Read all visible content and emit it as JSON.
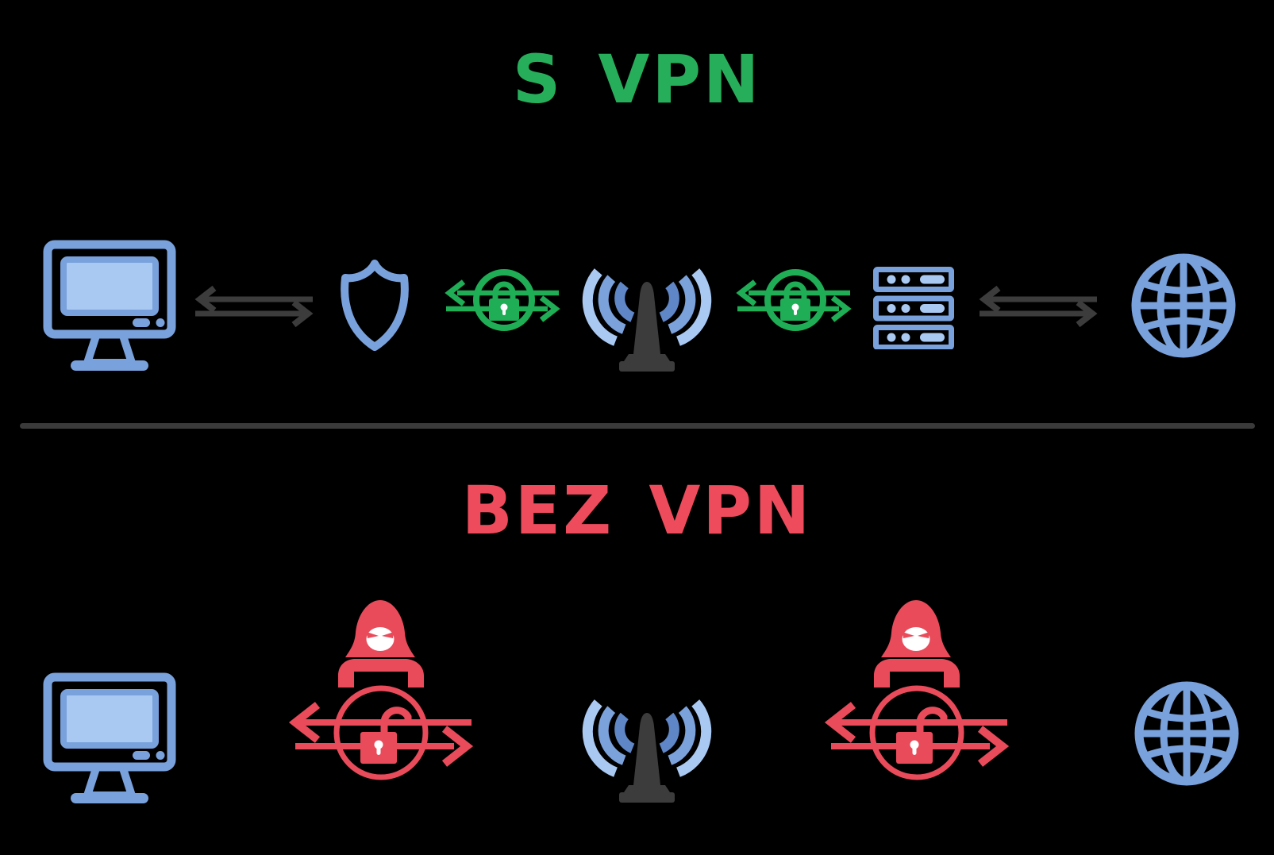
{
  "page": {
    "background": "#000000",
    "kind": "vpn-comparison-diagram"
  },
  "sections": [
    {
      "id": "with-vpn",
      "title": "S VPN",
      "title_color": "#27AE5B"
    },
    {
      "id": "without-vpn",
      "title": "BEZ VPN",
      "title_color": "#EE4B5C"
    }
  ],
  "colors": {
    "background": "#000000",
    "blue": "#79A1DC",
    "blue_light": "#A9C9F2",
    "green": "#1FAD55",
    "red": "#E94B5B",
    "dark": "#3C3C3C",
    "divider": "#3A3A3A",
    "wifi_inner": "#5F86C6",
    "wifi_mid": "#7CA2DC",
    "wifi_outer": "#A9C9F2",
    "title_green": "#27AE5B",
    "title_red": "#EE4B5C"
  },
  "icons": {
    "computer": "desktop-computer",
    "arrows_dark": "two-way-data-arrows",
    "shield": "security-shield-outline",
    "lock_secure": "closed-padlock-in-circle-with-arrows",
    "wifi": "wifi-antenna",
    "server": "server-rack-3u",
    "globe": "internet-globe-wireframe",
    "hacker": "hooded-hacker",
    "lock_breached": "open-padlock-in-circle-with-arrows"
  }
}
